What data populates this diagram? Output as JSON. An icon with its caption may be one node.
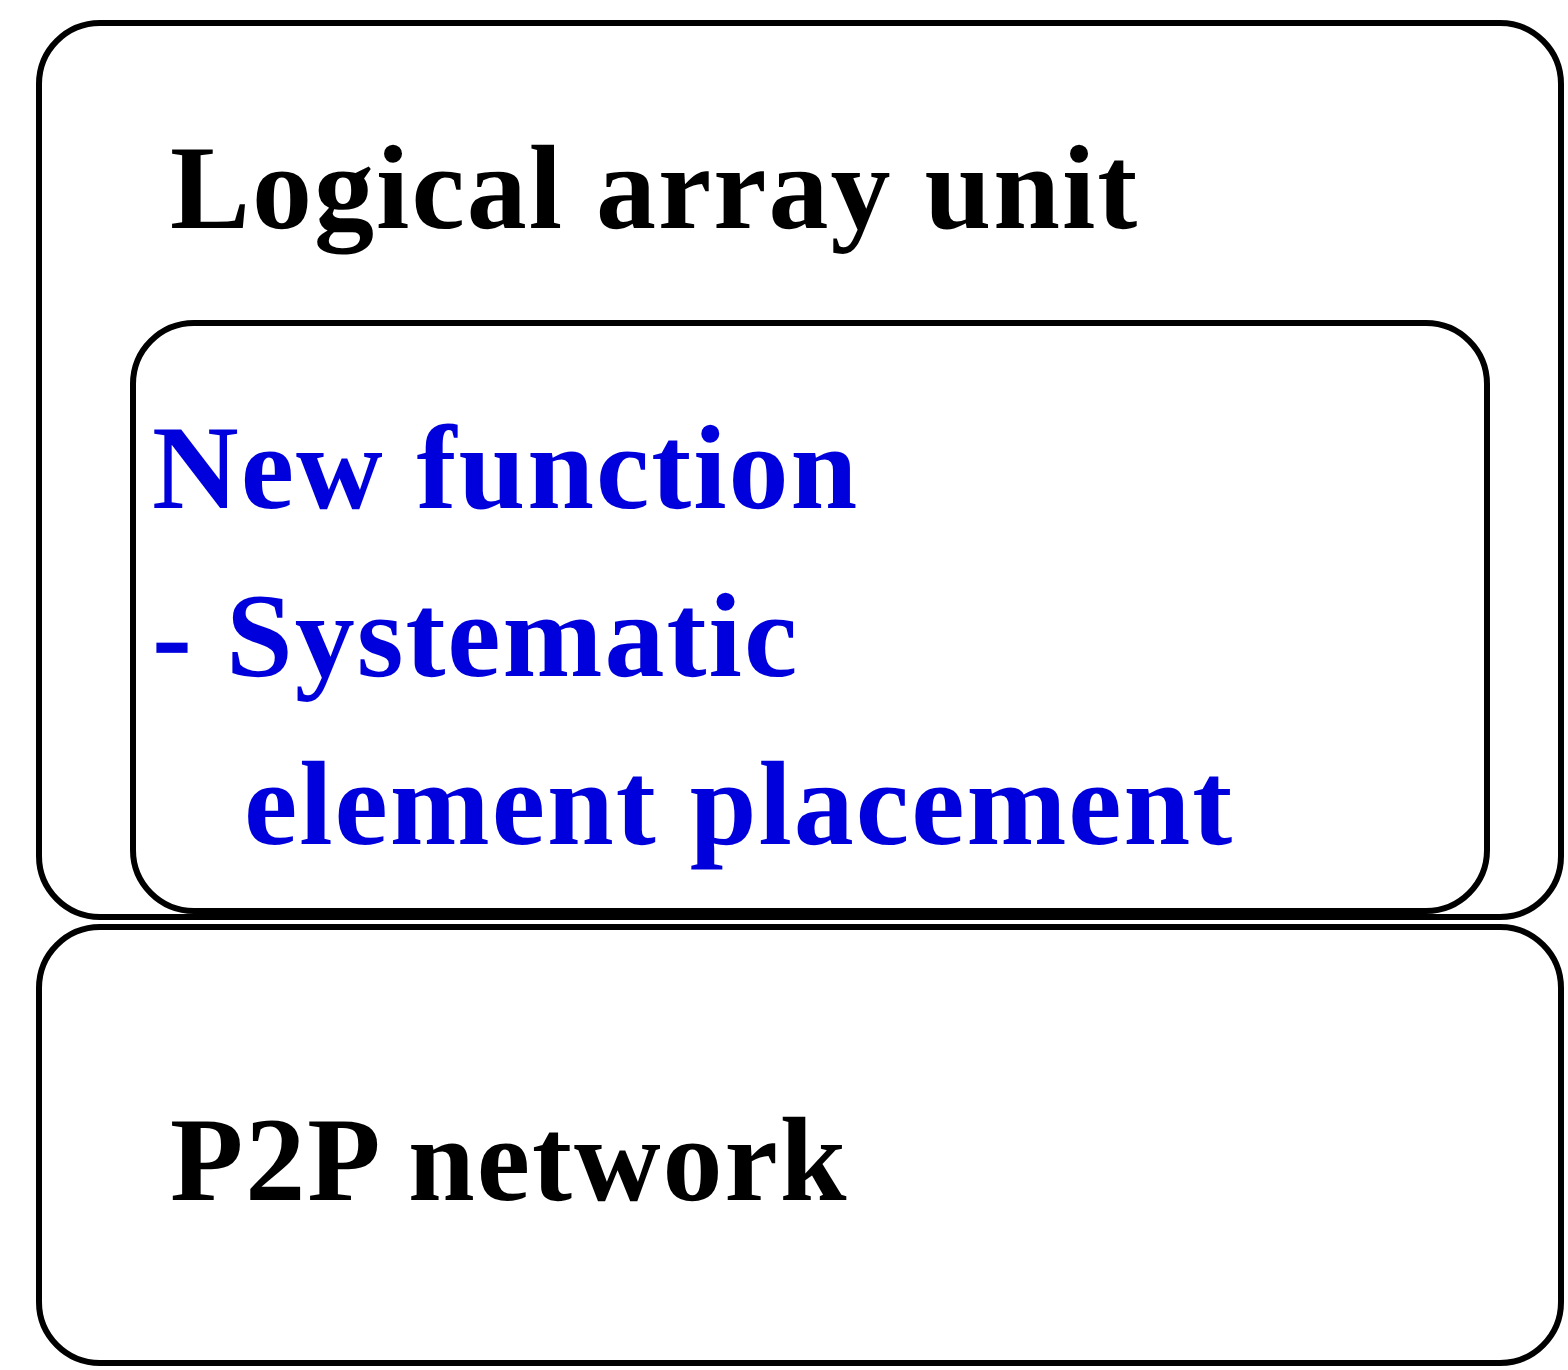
{
  "diagram": {
    "nodes": [
      {
        "text": [
          "Logical array unit"
        ]
      },
      {
        "text": [
          "New function",
          "- Systematic element placement"
        ],
        "in": 0
      },
      {
        "text": [
          "P2P network"
        ]
      }
    ]
  }
}
